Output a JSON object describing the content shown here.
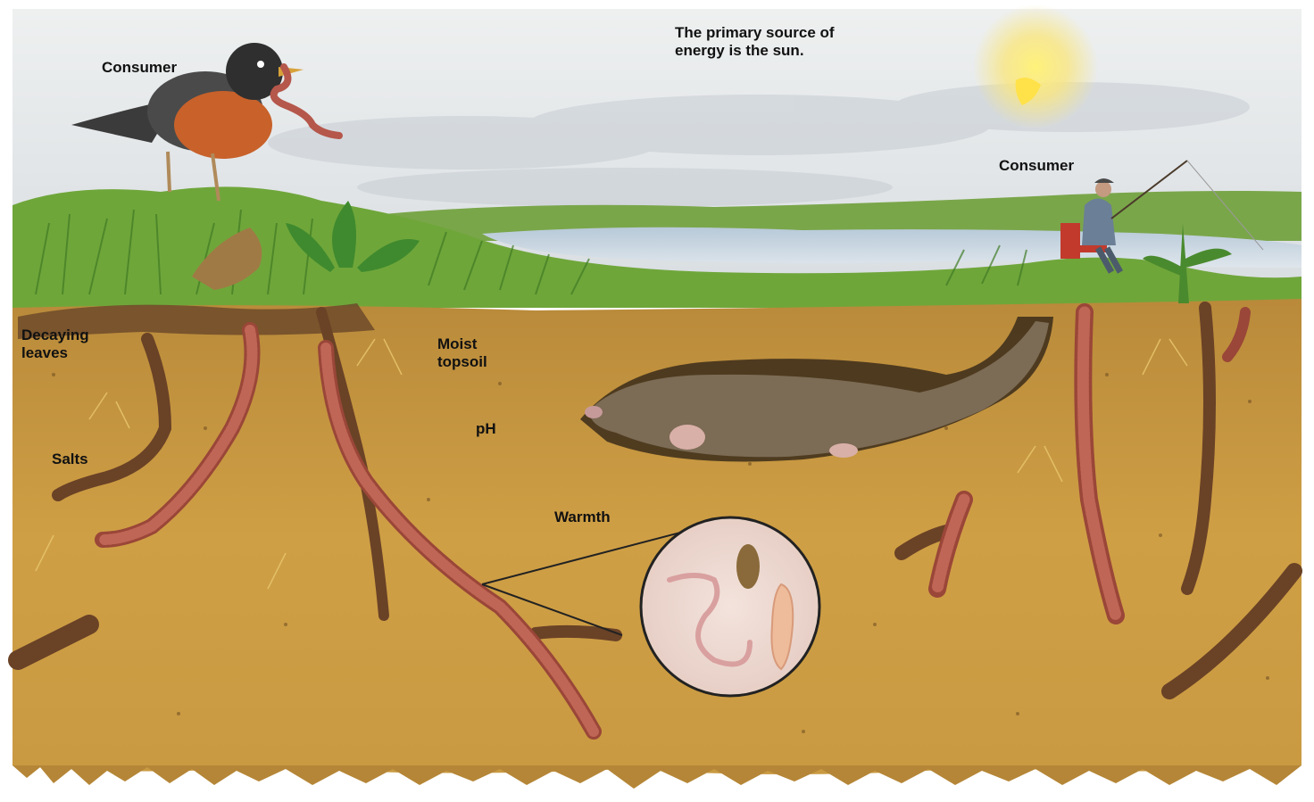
{
  "labels": {
    "consumer_bird": "Consumer",
    "sun_caption": "The primary source of\nenergy is the sun.",
    "consumer_fisherman": "Consumer",
    "decaying_leaves": "Decaying\nleaves",
    "moist_topsoil": "Moist\ntopsoil",
    "ph": "pH",
    "salts": "Salts",
    "warmth": "Warmth"
  },
  "illustration": {
    "elements": [
      "robin-with-worm",
      "sun",
      "fisherman-on-red-chair",
      "pond",
      "grass",
      "mole-in-burrow",
      "earthworms",
      "roots",
      "magnified-soil-organisms"
    ]
  },
  "colors": {
    "sky": "#dfe3e6",
    "soil": "#c8973f",
    "grass": "#6fa63a",
    "worm": "#b9574c",
    "water": "#c9d6e2",
    "sun": "#f7e04a"
  }
}
